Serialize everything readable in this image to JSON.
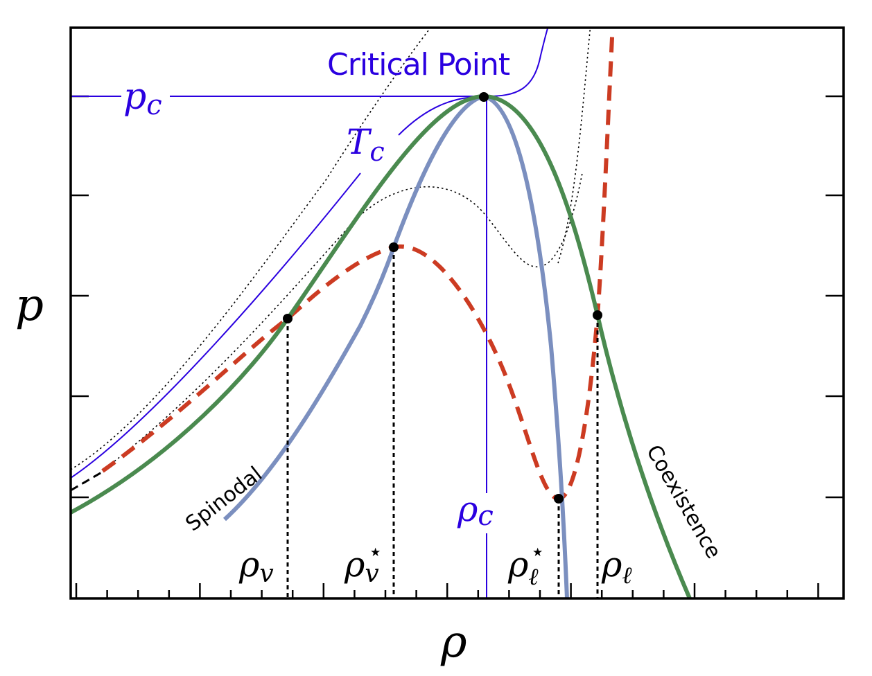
{
  "axes": {
    "xlabel": "ρ",
    "ylabel": "p"
  },
  "labels": {
    "critical_point": "Critical Point",
    "pc_base": "p",
    "pc_sub": "c",
    "tc_base": "T",
    "tc_sub": "c",
    "rhoc_base": "ρ",
    "rhoc_sub": "c",
    "rhov_base": "ρ",
    "rhov_sub": "v",
    "rhov_star_base": "ρ",
    "rhov_star_sub": "v",
    "rhov_star_sup": "⋆",
    "rhol_star_base": "ρ",
    "rhol_star_sub": "ℓ",
    "rhol_star_sup": "⋆",
    "rhol_base": "ρ",
    "rhol_sub": "ℓ",
    "spinodal": "Spinodal",
    "coexistence": "Coexistence"
  },
  "colors": {
    "critical": "#2a00e0",
    "coexistence": "#4a8a4f",
    "spinodal": "#7b8fbf",
    "isotherm": "#cc3b22",
    "frame": "#000000"
  }
}
